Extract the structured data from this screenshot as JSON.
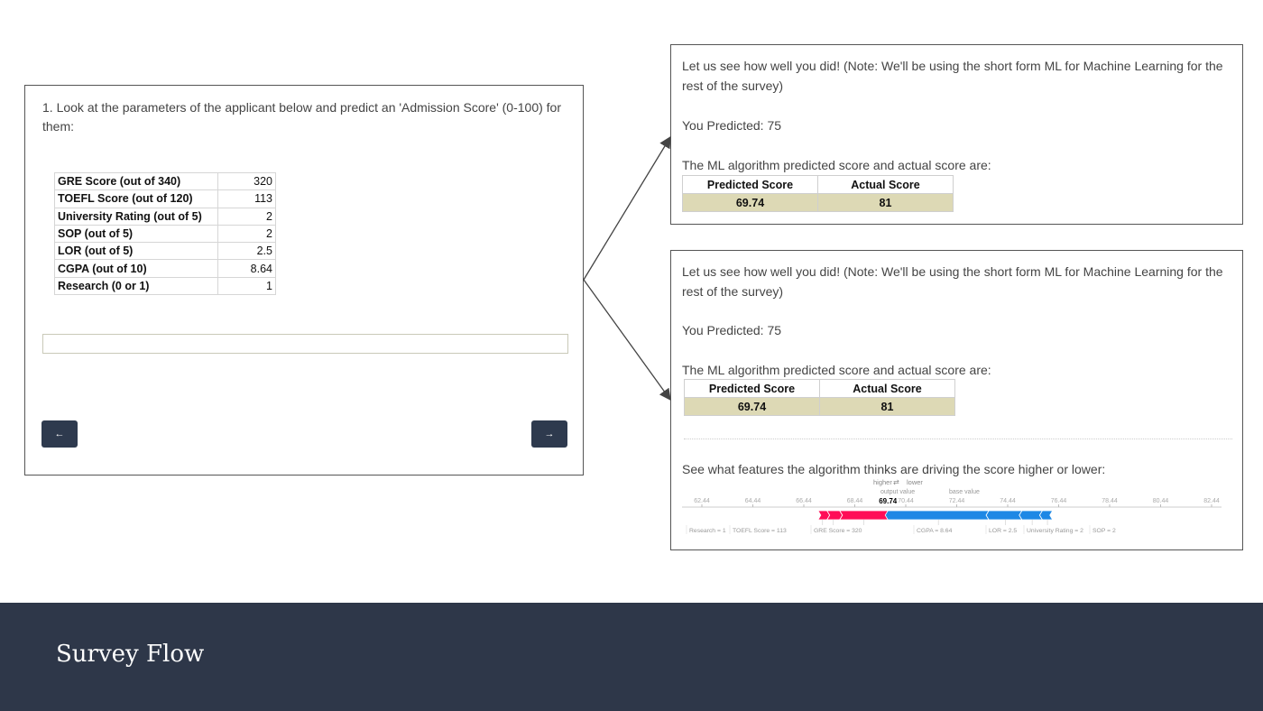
{
  "question": {
    "text": "1. Look at the parameters of the applicant below and predict an 'Admission Score' (0-100) for them:",
    "parameters": [
      {
        "label": "GRE Score (out of 340)",
        "value": "320"
      },
      {
        "label": "TOEFL Score (out of 120)",
        "value": "113"
      },
      {
        "label": "University Rating (out of 5)",
        "value": "2"
      },
      {
        "label": "SOP (out of 5)",
        "value": "2"
      },
      {
        "label": "LOR (out of 5)",
        "value": "2.5"
      },
      {
        "label": "CGPA (out of 10)",
        "value": "8.64"
      },
      {
        "label": "Research (0 or 1)",
        "value": "1"
      }
    ],
    "answer_value": "",
    "back_label": "←",
    "next_label": "→"
  },
  "result": {
    "intro": "Let us see how well you did! (Note: We'll be using the short form ML for Machine Learning for the rest of the survey)",
    "you_predicted": "You Predicted: 75",
    "ml_line": "The ML algorithm predicted score and actual score are:",
    "predicted_header": "Predicted Score",
    "actual_header": "Actual Score",
    "predicted_value": "69.74",
    "actual_value": "81",
    "features_line": "See what features the algorithm thinks are driving the score higher or lower:"
  },
  "force_plot": {
    "higher_label": "higher",
    "arrows_label": "⇄",
    "lower_label": "lower",
    "output_value_label": "output value",
    "base_value_label": "base value",
    "output_value": "69.74",
    "ticks": [
      "62.44",
      "64.44",
      "66.44",
      "68.44",
      "70.44",
      "72.44",
      "74.44",
      "76.44",
      "78.44",
      "80.44",
      "82.44"
    ],
    "tick_values": [
      62.44,
      64.44,
      66.44,
      68.44,
      70.44,
      72.44,
      74.44,
      76.44,
      78.44,
      80.44,
      82.44
    ],
    "base_value": 72.4,
    "output_numeric": 69.74,
    "axis_min": 62.44,
    "axis_max": 82.44,
    "positive_color": "#ff0d57",
    "negative_color": "#1e88e5",
    "positive_features": [
      {
        "label": "Research = 1",
        "from": 67.0,
        "to": 67.35
      },
      {
        "label": "TOEFL Score = 113",
        "from": 67.35,
        "to": 67.85
      },
      {
        "label": "GRE Score = 320",
        "from": 67.85,
        "to": 69.74
      }
    ],
    "negative_features": [
      {
        "label": "CGPA = 8.64",
        "from": 69.74,
        "to": 73.7
      },
      {
        "label": "LOR = 2.5",
        "from": 73.7,
        "to": 75.0
      },
      {
        "label": "University Rating = 2",
        "from": 75.0,
        "to": 75.8
      },
      {
        "label": "SOP = 2",
        "from": 75.8,
        "to": 76.2
      }
    ]
  },
  "footer": {
    "title": "Survey Flow"
  }
}
